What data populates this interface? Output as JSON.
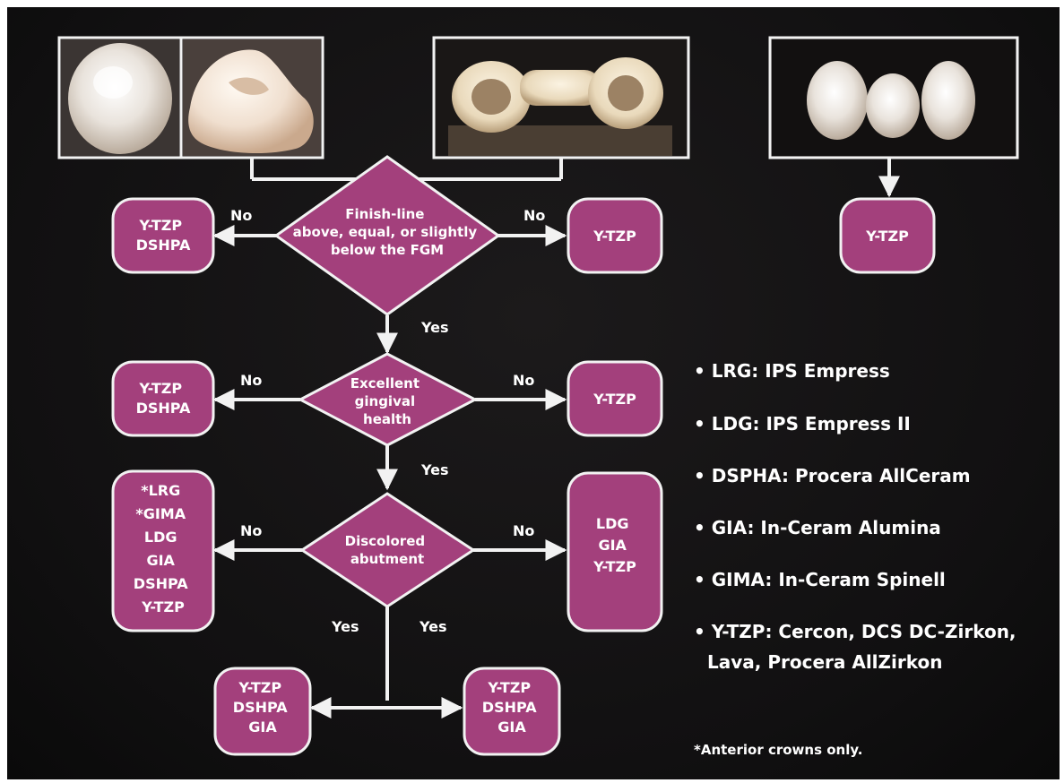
{
  "colors": {
    "background": "#111011",
    "node_fill": "#a3407c",
    "outline": "#f2f2f2",
    "text": "#ffffff"
  },
  "photos": [
    {
      "name": "single crown occlusal view"
    },
    {
      "name": "single crown side view"
    },
    {
      "name": "three-unit bridge framework"
    },
    {
      "name": "three-unit bridge crowns"
    }
  ],
  "decisions": {
    "finish_line": [
      "Finish-line",
      "above, equal, or slightly",
      "below the FGM"
    ],
    "gingival": [
      "Excellent",
      "gingival",
      "health"
    ],
    "discolored": [
      "Discolored",
      "abutment"
    ]
  },
  "outcomes": {
    "r1_left": [
      "Y-TZP",
      "DSHPA"
    ],
    "r1_right": [
      "Y-TZP"
    ],
    "r1_far_right": [
      "Y-TZP"
    ],
    "r2_left": [
      "Y-TZP",
      "DSHPA"
    ],
    "r2_right": [
      "Y-TZP"
    ],
    "r3_left": [
      "*LRG",
      "*GIMA",
      "LDG",
      "GIA",
      "DSHPA",
      "Y-TZP"
    ],
    "r3_right": [
      "LDG",
      "GIA",
      "Y-TZP"
    ],
    "bottom_left": [
      "Y-TZP",
      "DSHPA",
      "GIA"
    ],
    "bottom_right": [
      "Y-TZP",
      "DSHPA",
      "GIA"
    ]
  },
  "edge_labels": {
    "no": "No",
    "yes": "Yes"
  },
  "legend": [
    [
      "• LRG: IPS Empress"
    ],
    [
      "• LDG: IPS Empress II"
    ],
    [
      "• DSPHA: Procera AllCeram"
    ],
    [
      "• GIA: In-Ceram Alumina"
    ],
    [
      "• GIMA: In-Ceram Spinell"
    ],
    [
      "• Y-TZP: Cercon, DCS DC-Zirkon,",
      "Lava, Procera AllZirkon"
    ]
  ],
  "footnote": "*Anterior crowns only."
}
